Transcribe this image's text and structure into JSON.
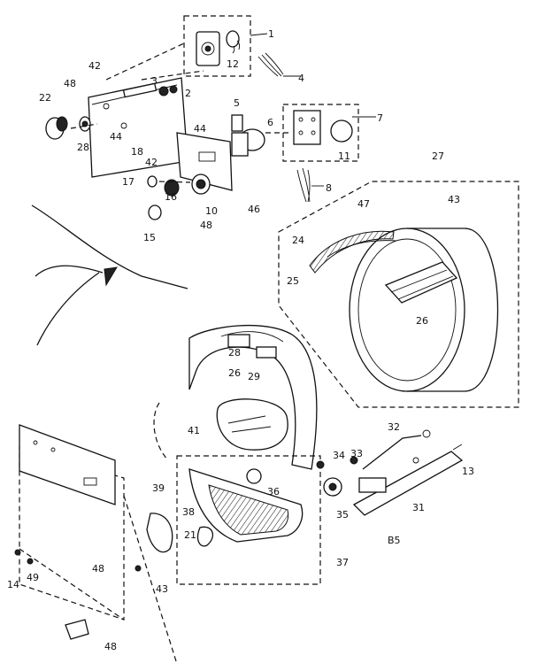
{
  "diagram": {
    "callouts": [
      {
        "id": "1",
        "text": "1"
      },
      {
        "id": "2",
        "text": "2"
      },
      {
        "id": "3",
        "text": "3"
      },
      {
        "id": "4",
        "text": "4"
      },
      {
        "id": "5",
        "text": "5"
      },
      {
        "id": "6",
        "text": "6"
      },
      {
        "id": "7",
        "text": "7"
      },
      {
        "id": "8",
        "text": "8"
      },
      {
        "id": "10",
        "text": "10"
      },
      {
        "id": "11",
        "text": "11"
      },
      {
        "id": "12",
        "text": "12"
      },
      {
        "id": "13",
        "text": "13"
      },
      {
        "id": "14",
        "text": "14"
      },
      {
        "id": "15",
        "text": "15"
      },
      {
        "id": "16",
        "text": "16"
      },
      {
        "id": "17",
        "text": "17"
      },
      {
        "id": "18",
        "text": "18"
      },
      {
        "id": "21",
        "text": "21"
      },
      {
        "id": "22",
        "text": "22"
      },
      {
        "id": "24",
        "text": "24"
      },
      {
        "id": "25",
        "text": "25"
      },
      {
        "id": "26a",
        "text": "26"
      },
      {
        "id": "26b",
        "text": "26"
      },
      {
        "id": "27",
        "text": "27"
      },
      {
        "id": "28a",
        "text": "28"
      },
      {
        "id": "28b",
        "text": "28"
      },
      {
        "id": "29",
        "text": "29"
      },
      {
        "id": "31",
        "text": "31"
      },
      {
        "id": "32",
        "text": "32"
      },
      {
        "id": "33",
        "text": "33"
      },
      {
        "id": "34",
        "text": "34"
      },
      {
        "id": "35",
        "text": "35"
      },
      {
        "id": "36",
        "text": "36"
      },
      {
        "id": "37",
        "text": "37"
      },
      {
        "id": "38",
        "text": "38"
      },
      {
        "id": "39",
        "text": "39"
      },
      {
        "id": "41",
        "text": "41"
      },
      {
        "id": "42a",
        "text": "42"
      },
      {
        "id": "42b",
        "text": "42"
      },
      {
        "id": "43a",
        "text": "43"
      },
      {
        "id": "43b",
        "text": "43"
      },
      {
        "id": "44a",
        "text": "44"
      },
      {
        "id": "44b",
        "text": "44"
      },
      {
        "id": "46",
        "text": "46"
      },
      {
        "id": "47",
        "text": "47"
      },
      {
        "id": "48a",
        "text": "48"
      },
      {
        "id": "48b",
        "text": "48"
      },
      {
        "id": "48c",
        "text": "48"
      },
      {
        "id": "48d",
        "text": "48"
      },
      {
        "id": "49",
        "text": "49"
      }
    ],
    "corner_mark": "B5"
  }
}
